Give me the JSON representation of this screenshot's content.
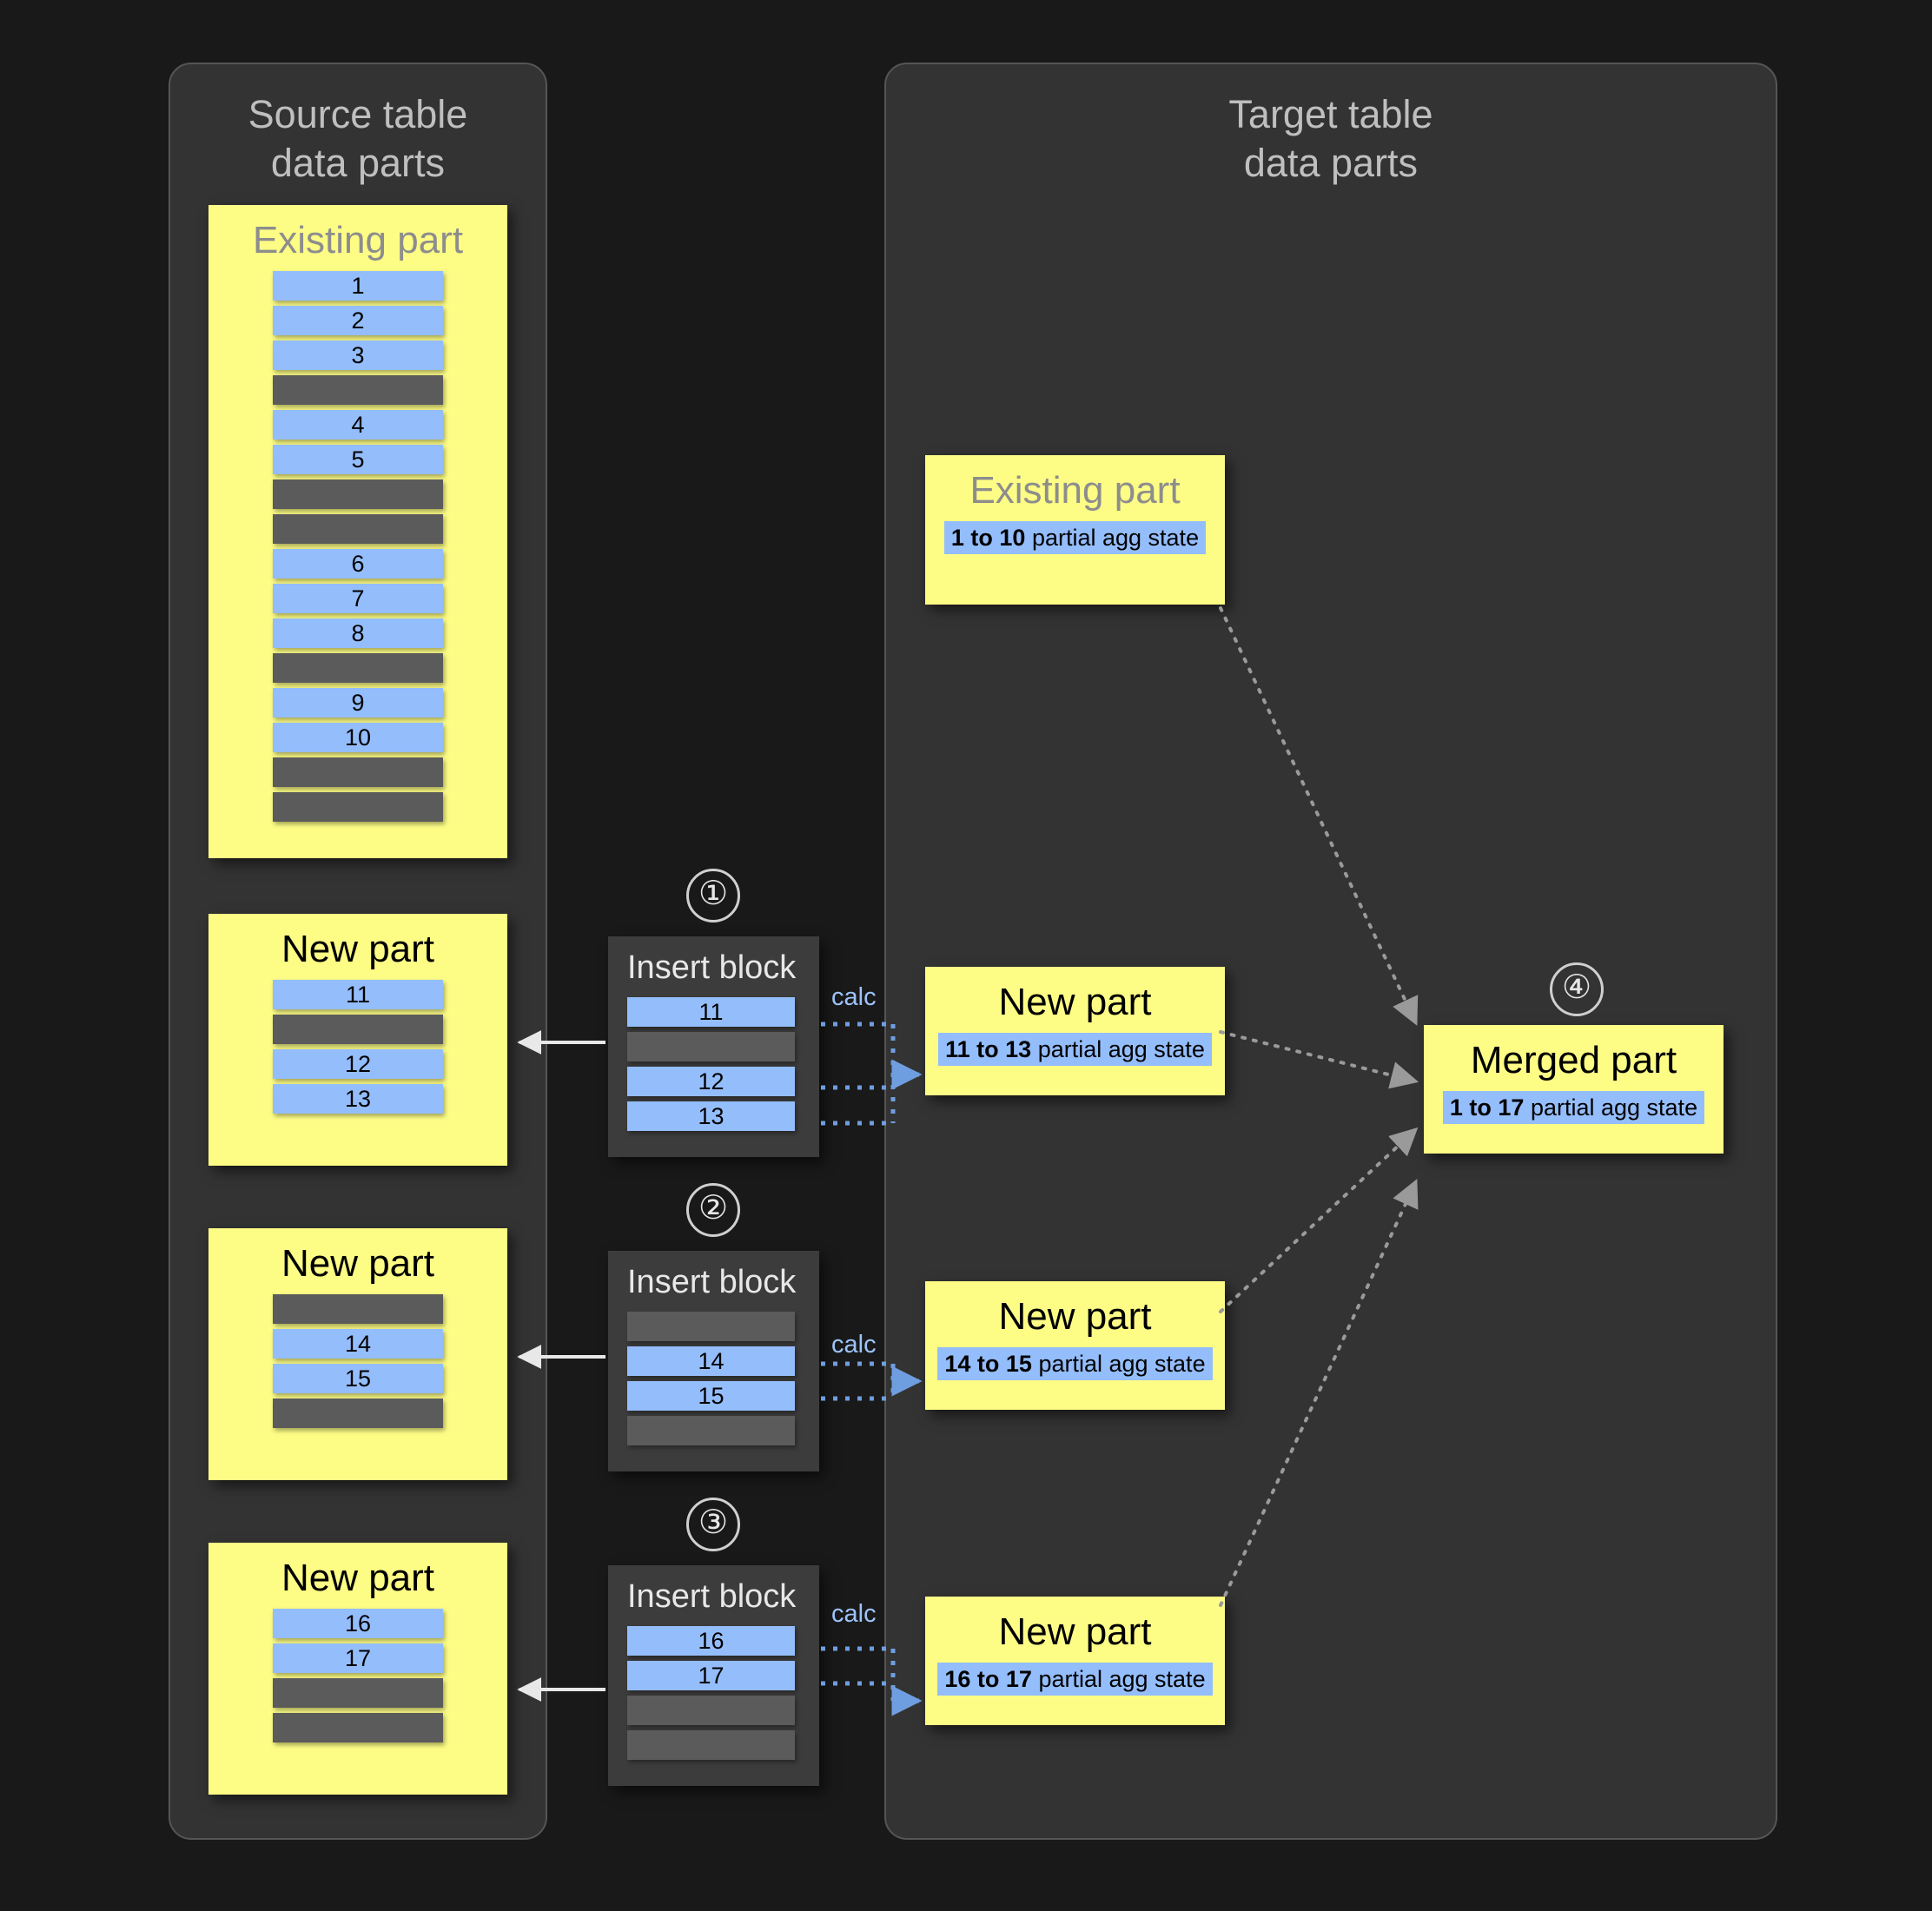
{
  "diagram": {
    "title": "ClickHouse incremental materialized view part merge",
    "background": "#191919",
    "colors": {
      "panel": "#333333",
      "panel_border": "#555555",
      "card_yellow": "#fdfd86",
      "row_blue": "#94bdfb",
      "row_gray": "#5b5b5b",
      "insert_block": "#3c3c3c",
      "calc_blue": "#9dc3fb",
      "arrow_gray": "#9a9a9a",
      "title_gray": "#bfbfbf"
    }
  },
  "source_panel": {
    "title": "Source table\ndata parts",
    "cards": [
      {
        "title": "Existing part",
        "title_color": "gray",
        "rows": [
          {
            "kind": "blue",
            "label": "1"
          },
          {
            "kind": "blue",
            "label": "2"
          },
          {
            "kind": "blue",
            "label": "3"
          },
          {
            "kind": "gray",
            "label": ""
          },
          {
            "kind": "blue",
            "label": "4"
          },
          {
            "kind": "blue",
            "label": "5"
          },
          {
            "kind": "gray",
            "label": ""
          },
          {
            "kind": "gray",
            "label": ""
          },
          {
            "kind": "blue",
            "label": "6"
          },
          {
            "kind": "blue",
            "label": "7"
          },
          {
            "kind": "blue",
            "label": "8"
          },
          {
            "kind": "gray",
            "label": ""
          },
          {
            "kind": "blue",
            "label": "9"
          },
          {
            "kind": "blue",
            "label": "10"
          },
          {
            "kind": "gray",
            "label": ""
          },
          {
            "kind": "gray",
            "label": ""
          }
        ]
      },
      {
        "title": "New part",
        "title_color": "black",
        "rows": [
          {
            "kind": "blue",
            "label": "11"
          },
          {
            "kind": "gray",
            "label": ""
          },
          {
            "kind": "blue",
            "label": "12"
          },
          {
            "kind": "blue",
            "label": "13"
          }
        ]
      },
      {
        "title": "New part",
        "title_color": "black",
        "rows": [
          {
            "kind": "gray",
            "label": ""
          },
          {
            "kind": "blue",
            "label": "14"
          },
          {
            "kind": "blue",
            "label": "15"
          },
          {
            "kind": "gray",
            "label": ""
          }
        ]
      },
      {
        "title": "New part",
        "title_color": "black",
        "rows": [
          {
            "kind": "blue",
            "label": "16"
          },
          {
            "kind": "blue",
            "label": "17"
          },
          {
            "kind": "gray",
            "label": ""
          },
          {
            "kind": "gray",
            "label": ""
          }
        ]
      }
    ]
  },
  "insert_blocks": [
    {
      "step": "①",
      "title": "Insert block",
      "calc_label": "calc",
      "rows": [
        {
          "kind": "blue",
          "label": "11"
        },
        {
          "kind": "gray",
          "label": ""
        },
        {
          "kind": "blue",
          "label": "12"
        },
        {
          "kind": "blue",
          "label": "13"
        }
      ]
    },
    {
      "step": "②",
      "title": "Insert block",
      "calc_label": "calc",
      "rows": [
        {
          "kind": "gray",
          "label": ""
        },
        {
          "kind": "blue",
          "label": "14"
        },
        {
          "kind": "blue",
          "label": "15"
        },
        {
          "kind": "gray",
          "label": ""
        }
      ]
    },
    {
      "step": "③",
      "title": "Insert block",
      "calc_label": "calc",
      "rows": [
        {
          "kind": "blue",
          "label": "16"
        },
        {
          "kind": "blue",
          "label": "17"
        },
        {
          "kind": "gray",
          "label": ""
        },
        {
          "kind": "gray",
          "label": ""
        }
      ]
    }
  ],
  "target_panel": {
    "title": "Target table\ndata parts",
    "merge_step": "④",
    "cards": [
      {
        "title": "Existing part",
        "title_color": "gray",
        "agg_range": "1 to 10",
        "agg_suffix": " partial agg state"
      },
      {
        "title": "New part",
        "title_color": "black",
        "agg_range": "11 to 13",
        "agg_suffix": " partial agg state"
      },
      {
        "title": "New part",
        "title_color": "black",
        "agg_range": "14 to 15",
        "agg_suffix": " partial agg state"
      },
      {
        "title": "New part",
        "title_color": "black",
        "agg_range": "16 to 17",
        "agg_suffix": " partial agg state"
      }
    ],
    "merged_card": {
      "title": "Merged part",
      "title_color": "black",
      "agg_range": "1 to 17",
      "agg_suffix": " partial agg state"
    }
  }
}
